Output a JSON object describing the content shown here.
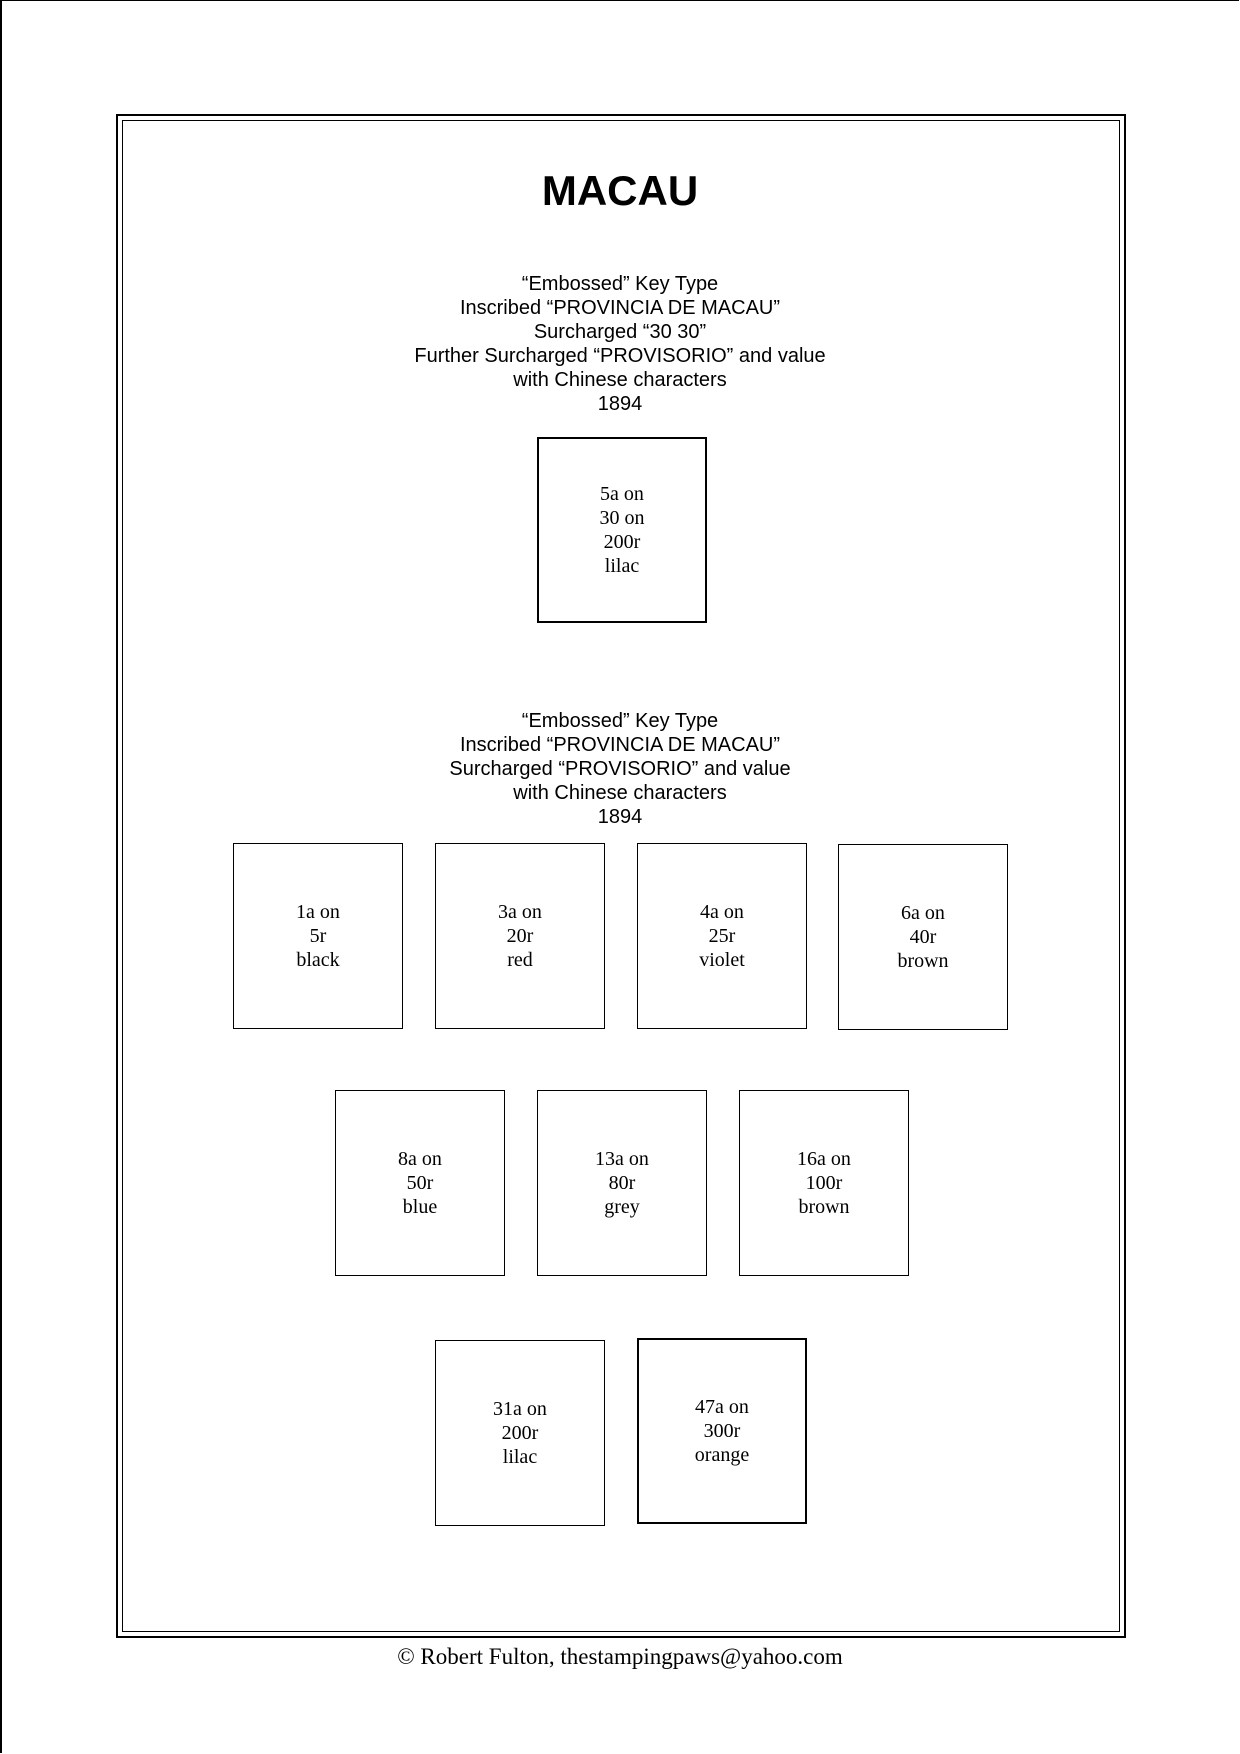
{
  "title": "MACAU",
  "section1": {
    "heading_lines": [
      "“Embossed” Key Type",
      "Inscribed “PROVINCIA DE MACAU”",
      "Surcharged “30 30”",
      "Further Surcharged “PROVISORIO” and value",
      "with Chinese characters",
      "1894"
    ],
    "stamps": [
      {
        "lines": [
          "5a on",
          "30 on",
          "200r",
          "lilac"
        ]
      }
    ]
  },
  "section2": {
    "heading_lines": [
      "“Embossed” Key Type",
      "Inscribed “PROVINCIA DE MACAU”",
      "Surcharged “PROVISORIO” and value",
      "with Chinese characters",
      "1894"
    ],
    "stamps": [
      {
        "lines": [
          "1a on",
          "5r",
          "black"
        ]
      },
      {
        "lines": [
          "3a on",
          "20r",
          "red"
        ]
      },
      {
        "lines": [
          "4a on",
          "25r",
          "violet"
        ]
      },
      {
        "lines": [
          "6a on",
          "40r",
          "brown"
        ]
      },
      {
        "lines": [
          "8a on",
          "50r",
          "blue"
        ]
      },
      {
        "lines": [
          "13a on",
          "80r",
          "grey"
        ]
      },
      {
        "lines": [
          "16a on",
          "100r",
          "brown"
        ]
      },
      {
        "lines": [
          "31a on",
          "200r",
          "lilac"
        ]
      },
      {
        "lines": [
          "47a on",
          "300r",
          "orange"
        ]
      }
    ]
  },
  "footer": "© Robert Fulton, thestampingpaws@yahoo.com"
}
